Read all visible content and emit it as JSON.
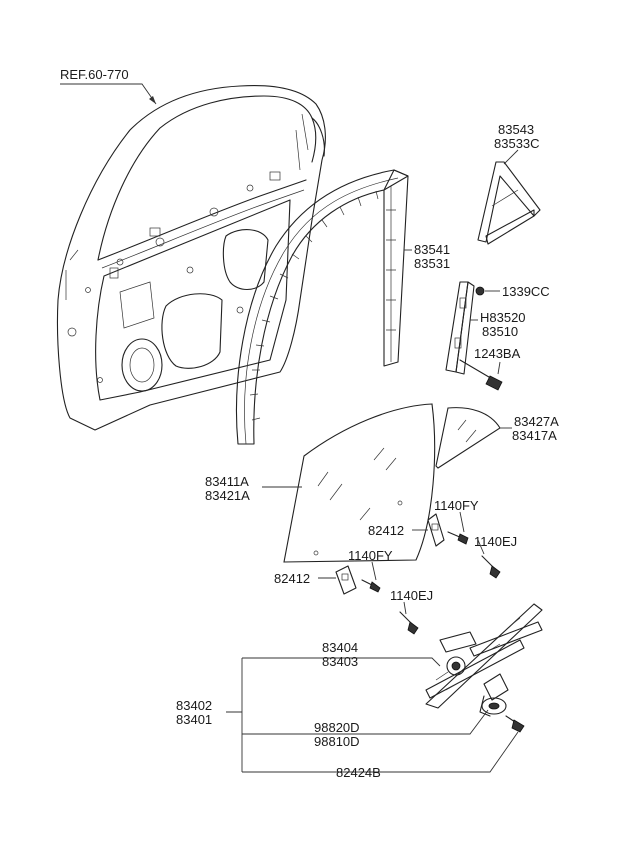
{
  "reference": "REF.60-770",
  "labels": {
    "l83543": "83543",
    "l83533c": "83533C",
    "l83541": "83541",
    "l83531": "83531",
    "l1339cc": "1339CC",
    "lh83520": "H83520",
    "l83510": "83510",
    "l1243ba": "1243BA",
    "l83427a": "83427A",
    "l83417a": "83417A",
    "l83411a": "83411A",
    "l83421a": "83421A",
    "l1140fy_a": "1140FY",
    "l82412_a": "82412",
    "l1140ej_a": "1140EJ",
    "l1140fy_b": "1140FY",
    "l82412_b": "82412",
    "l1140ej_b": "1140EJ",
    "l83404": "83404",
    "l83403": "83403",
    "l83402": "83402",
    "l83401": "83401",
    "l98820d": "98820D",
    "l98810d": "98810D",
    "l82424b": "82424B"
  }
}
